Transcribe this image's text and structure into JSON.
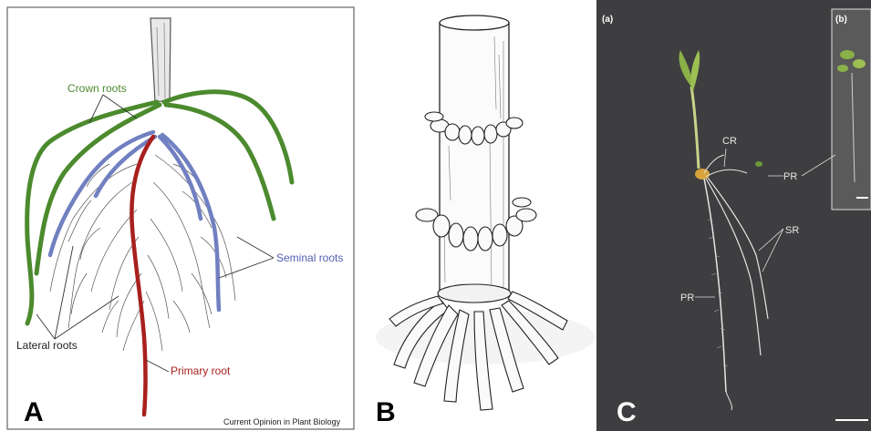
{
  "panel_a": {
    "labels": {
      "crown_roots": "Crown roots",
      "seminal_roots": "Seminal roots",
      "lateral_roots": "Lateral roots",
      "primary_root": "Primary root"
    },
    "credit": "Current Opinion in Plant Biology",
    "letter": "A",
    "colors": {
      "crown": "#4c8a2e",
      "seminal": "#7080c0",
      "primary": "#a8201e",
      "lateral": "#555555"
    }
  },
  "panel_b": {
    "letter": "B"
  },
  "panel_c": {
    "letter": "C",
    "subpanel_a": "(a)",
    "subpanel_b": "(b)",
    "labels": {
      "cr": "CR",
      "pr_top": "PR",
      "sr": "SR",
      "pr_bottom": "PR"
    },
    "colors": {
      "background": "#3e3e40",
      "leaf": "#8ab048",
      "seed": "#d7a33c",
      "root": "#e6e6e6"
    }
  }
}
